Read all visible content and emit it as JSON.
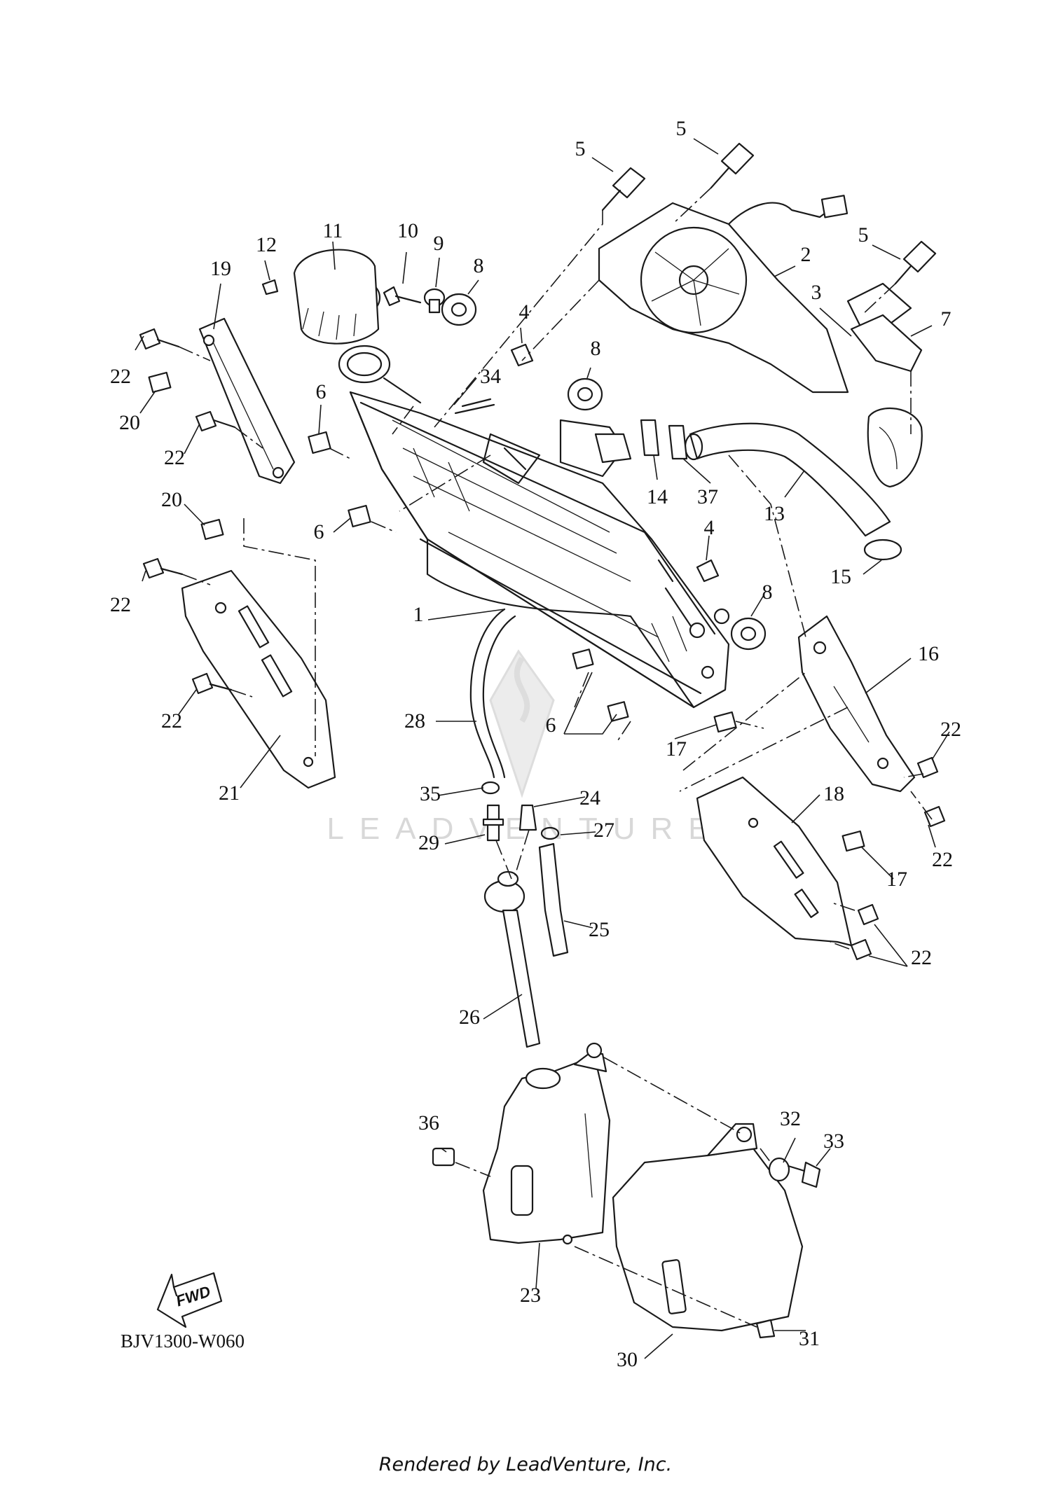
{
  "diagram_code": "BJV1300-W060",
  "fwd_label": "FWD",
  "watermark_text": "LEADVENTURE",
  "footer": "Rendered by LeadVenture, Inc.",
  "callouts": [
    {
      "id": "c5a",
      "text": "5"
    },
    {
      "id": "c5b",
      "text": "5"
    },
    {
      "id": "c5c",
      "text": "5"
    },
    {
      "id": "c2",
      "text": "2"
    },
    {
      "id": "c3",
      "text": "3"
    },
    {
      "id": "c7",
      "text": "7"
    },
    {
      "id": "c19",
      "text": "19"
    },
    {
      "id": "c12",
      "text": "12"
    },
    {
      "id": "c11",
      "text": "11"
    },
    {
      "id": "c10",
      "text": "10"
    },
    {
      "id": "c9",
      "text": "9"
    },
    {
      "id": "c8a",
      "text": "8"
    },
    {
      "id": "c4a",
      "text": "4"
    },
    {
      "id": "c34",
      "text": "34"
    },
    {
      "id": "c8b",
      "text": "8"
    },
    {
      "id": "c22a",
      "text": "22"
    },
    {
      "id": "c20a",
      "text": "20"
    },
    {
      "id": "c6a",
      "text": "6"
    },
    {
      "id": "c22b",
      "text": "22"
    },
    {
      "id": "c14",
      "text": "14"
    },
    {
      "id": "c37",
      "text": "37"
    },
    {
      "id": "c13",
      "text": "13"
    },
    {
      "id": "c20b",
      "text": "20"
    },
    {
      "id": "c6b",
      "text": "6"
    },
    {
      "id": "c4b",
      "text": "4"
    },
    {
      "id": "c22c",
      "text": "22"
    },
    {
      "id": "c15",
      "text": "15"
    },
    {
      "id": "c1",
      "text": "1"
    },
    {
      "id": "c8c",
      "text": "8"
    },
    {
      "id": "c16",
      "text": "16"
    },
    {
      "id": "c22d",
      "text": "22"
    },
    {
      "id": "c28",
      "text": "28"
    },
    {
      "id": "c6c",
      "text": "6"
    },
    {
      "id": "c17a",
      "text": "17"
    },
    {
      "id": "c22e",
      "text": "22"
    },
    {
      "id": "c21",
      "text": "21"
    },
    {
      "id": "c35",
      "text": "35"
    },
    {
      "id": "c24",
      "text": "24"
    },
    {
      "id": "c18",
      "text": "18"
    },
    {
      "id": "c29",
      "text": "29"
    },
    {
      "id": "c27",
      "text": "27"
    },
    {
      "id": "c22f",
      "text": "22"
    },
    {
      "id": "c17b",
      "text": "17"
    },
    {
      "id": "c25",
      "text": "25"
    },
    {
      "id": "c22g",
      "text": "22"
    },
    {
      "id": "c26",
      "text": "26"
    },
    {
      "id": "c36",
      "text": "36"
    },
    {
      "id": "c32",
      "text": "32"
    },
    {
      "id": "c33",
      "text": "33"
    },
    {
      "id": "c23",
      "text": "23"
    },
    {
      "id": "c31",
      "text": "31"
    },
    {
      "id": "c30",
      "text": "30"
    }
  ]
}
